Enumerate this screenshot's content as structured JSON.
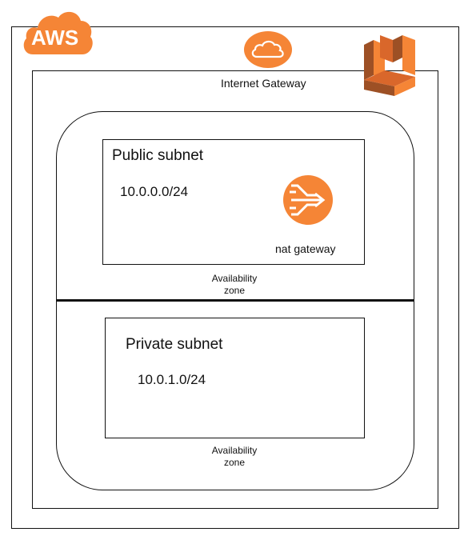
{
  "aws": {
    "logo_text": "AWS"
  },
  "vpc": {
    "internet_gateway_label": "Internet Gateway"
  },
  "public_subnet": {
    "title": "Public subnet",
    "cidr": "10.0.0.0/24",
    "nat_label": "nat gateway"
  },
  "private_subnet": {
    "title": "Private subnet",
    "cidr": "10.0.1.0/24"
  },
  "zones": [
    {
      "label_line1": "Availability",
      "label_line2": "zone"
    },
    {
      "label_line1": "Availability",
      "label_line2": "zone"
    }
  ],
  "colors": {
    "aws_orange": "#F58536",
    "dark_orange": "#9D5025",
    "mid_orange": "#D9672B",
    "line": "#111111"
  },
  "icons": [
    "aws-cloud-logo",
    "internet-gateway-cloud-icon",
    "aws-service-cube-icon",
    "nat-gateway-icon"
  ]
}
